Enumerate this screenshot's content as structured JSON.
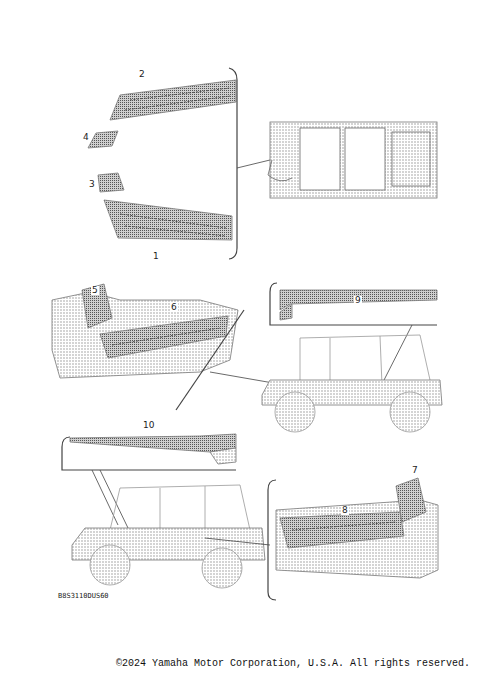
{
  "diagram": {
    "labels": [
      "2",
      "4",
      "3",
      "1",
      "9",
      "5",
      "6",
      "10",
      "7",
      "8",
      "B8S3110DUS60",
      "©2024 Yamaha Motor Corporation, U.S.A. All rights reserved."
    ]
  }
}
